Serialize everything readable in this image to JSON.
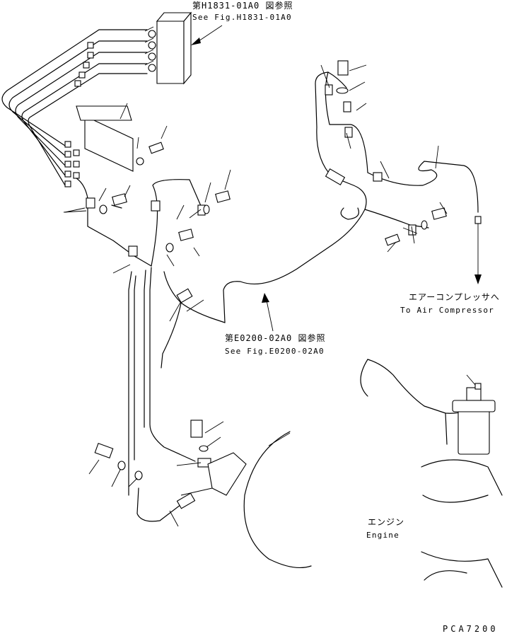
{
  "labels": {
    "fig_h1831_jp": "第H1831-01A0 図参照",
    "fig_h1831_en": "See Fig.H1831-01A0",
    "fig_e0200_jp": "第E0200-02A0 図参照",
    "fig_e0200_en": "See Fig.E0200-02A0",
    "air_comp_jp": "エアーコンプレッサへ",
    "air_comp_en": "To Air Compressor",
    "engine_jp": "エンジン",
    "engine_en": "Engine",
    "drawing_code": "PCA7200"
  }
}
